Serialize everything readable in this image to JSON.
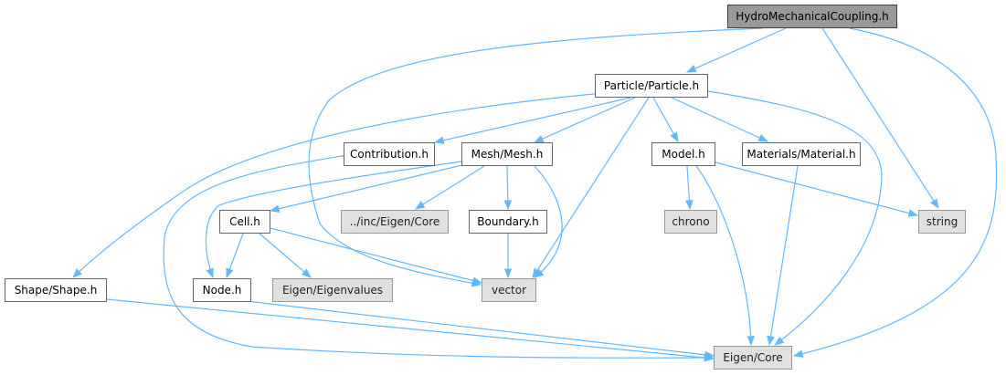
{
  "colors": {
    "edge": "#63b8ff",
    "node_border": "#666666",
    "root_fill": "#999999",
    "external_fill": "#e0e0e0",
    "internal_fill": "#ffffff"
  },
  "nodes": {
    "root": {
      "label": "HydroMechanicalCoupling.h",
      "kind": "root"
    },
    "particle": {
      "label": "Particle/Particle.h",
      "kind": "internal"
    },
    "contribution": {
      "label": "Contribution.h",
      "kind": "internal"
    },
    "mesh": {
      "label": "Mesh/Mesh.h",
      "kind": "internal"
    },
    "model": {
      "label": "Model.h",
      "kind": "internal"
    },
    "material": {
      "label": "Materials/Material.h",
      "kind": "internal"
    },
    "cell": {
      "label": "Cell.h",
      "kind": "internal"
    },
    "inc_eigen_core": {
      "label": "../inc/Eigen/Core",
      "kind": "external"
    },
    "boundary": {
      "label": "Boundary.h",
      "kind": "internal"
    },
    "chrono": {
      "label": "chrono",
      "kind": "external"
    },
    "string": {
      "label": "string",
      "kind": "external"
    },
    "shape": {
      "label": "Shape/Shape.h",
      "kind": "internal"
    },
    "node": {
      "label": "Node.h",
      "kind": "internal"
    },
    "eigenvalues": {
      "label": "Eigen/Eigenvalues",
      "kind": "external"
    },
    "vector": {
      "label": "vector",
      "kind": "external"
    },
    "eigen_core": {
      "label": "Eigen/Core",
      "kind": "external"
    }
  },
  "edges": [
    [
      "root",
      "particle"
    ],
    [
      "root",
      "vector"
    ],
    [
      "root",
      "string"
    ],
    [
      "root",
      "eigen_core"
    ],
    [
      "particle",
      "contribution"
    ],
    [
      "particle",
      "mesh"
    ],
    [
      "particle",
      "model"
    ],
    [
      "particle",
      "material"
    ],
    [
      "particle",
      "shape"
    ],
    [
      "particle",
      "vector"
    ],
    [
      "particle",
      "eigen_core"
    ],
    [
      "contribution",
      "eigen_core"
    ],
    [
      "mesh",
      "cell"
    ],
    [
      "mesh",
      "inc_eigen_core"
    ],
    [
      "mesh",
      "boundary"
    ],
    [
      "mesh",
      "node"
    ],
    [
      "mesh",
      "vector"
    ],
    [
      "model",
      "chrono"
    ],
    [
      "model",
      "string"
    ],
    [
      "model",
      "eigen_core"
    ],
    [
      "material",
      "eigen_core"
    ],
    [
      "cell",
      "node"
    ],
    [
      "cell",
      "eigenvalues"
    ],
    [
      "cell",
      "vector"
    ],
    [
      "boundary",
      "vector"
    ],
    [
      "shape",
      "eigen_core"
    ],
    [
      "node",
      "eigen_core"
    ]
  ]
}
